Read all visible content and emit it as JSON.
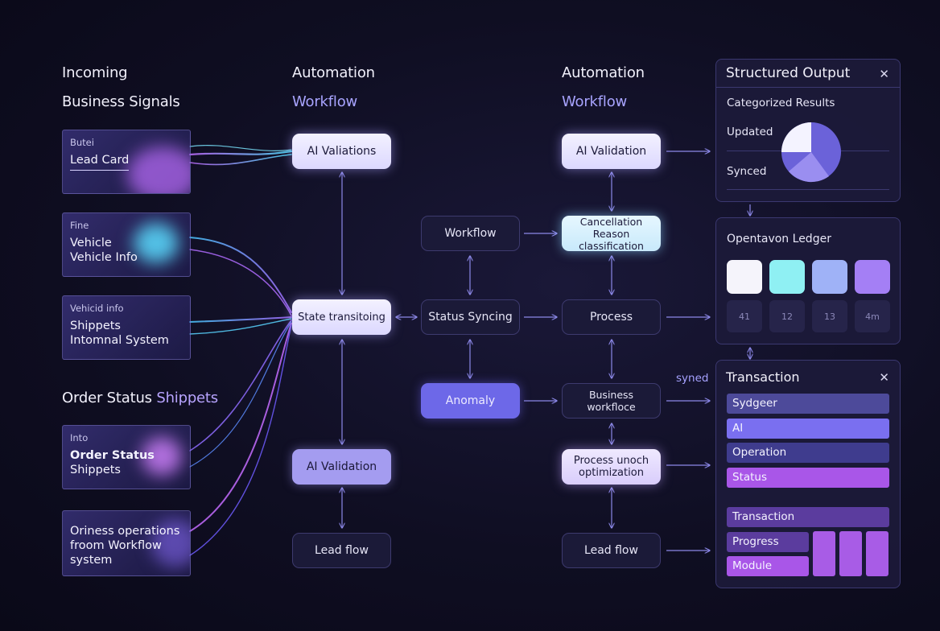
{
  "headers": {
    "col1_line1": "Incoming",
    "col1_line2": "Business Signals",
    "col2_line1": "Automation",
    "col2_line2": "Workflow",
    "col3_line1": "Automation",
    "col3_line2": "Workflow",
    "order_status_a": "Order Status",
    "order_status_b": "Shippets"
  },
  "sources": [
    {
      "tag": "Butei",
      "body": "Lead Card"
    },
    {
      "tag": "Fine",
      "body": "Vehicle\nVehicle Info"
    },
    {
      "tag": "Vehicid info",
      "body": "Shippets\nIntomnal System"
    },
    {
      "tag": "Into",
      "body_bold": "Order Status",
      "body_rest": "Shippets"
    },
    {
      "body": "Oriness operations\nfroom Workflow\nsystem"
    }
  ],
  "nodes": {
    "ai_valiations": "AI Valiations",
    "state_transitioning": "State transitoing",
    "ai_validation_left": "AI Validation",
    "lead_flow_left": "Lead flow",
    "workflow": "Workflow",
    "status_syncing": "Status Syncing",
    "anomaly": "Anomaly",
    "ai_validation_right": "AI Validation",
    "cancellation": "Cancellation Reason\nclassification",
    "process": "Process",
    "business_workflow": "Business workfloce",
    "process_optimization": "Process unoch\noptimization",
    "lead_flow_right": "Lead flow"
  },
  "panels": {
    "structured": {
      "title": "Structured Output",
      "subtitle": "Categorized Results",
      "updated": "Updated",
      "synced": "Synced",
      "close": "✕"
    },
    "ledger": {
      "title": "Opentavon Ledger",
      "cells": [
        "41",
        "12",
        "13",
        "4m"
      ]
    },
    "transaction": {
      "title": "Transaction",
      "close": "✕",
      "bars": [
        "Sydgeer",
        "AI",
        "Operation",
        "Status"
      ],
      "bars2": [
        "Transaction",
        "Progress",
        "Module"
      ]
    }
  },
  "side_label": "syned",
  "colors": {
    "accent": "#a8a4ff",
    "node_light": "#e8e5ff",
    "node_dark": "#1b1a38",
    "node_purple": "#6d68e8",
    "pie_main": "#6b62d9",
    "pie_light": "#9a8ef0",
    "pie_white": "#f4f3ff"
  }
}
